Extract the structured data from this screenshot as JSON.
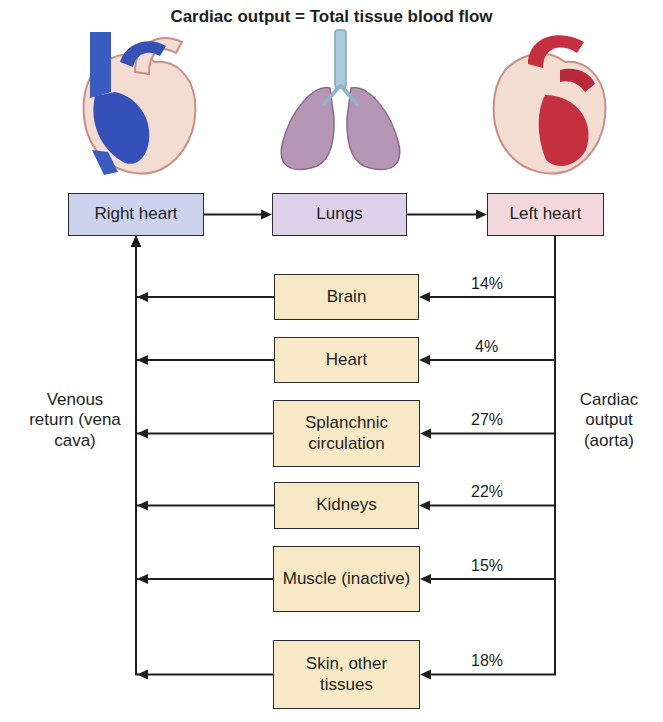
{
  "diagram": {
    "title": "Cardiac output = Total tissue blood flow",
    "nodes": [
      {
        "text": [
          "Right heart"
        ]
      },
      {
        "text": [
          "Lungs"
        ]
      },
      {
        "text": [
          "Left heart"
        ]
      },
      {
        "text": [
          "Brain"
        ]
      },
      {
        "text": [
          "Heart"
        ]
      },
      {
        "text": [
          "Splanchnic circulation"
        ]
      },
      {
        "text": [
          "Kidneys"
        ]
      },
      {
        "text": [
          "Muscle (inactive)"
        ]
      },
      {
        "text": [
          "Skin, other tissues"
        ]
      }
    ],
    "edges": [
      {
        "from": 0,
        "to": 1,
        "arrow": "to"
      },
      {
        "from": 1,
        "to": 2,
        "arrow": "to"
      },
      {
        "from": 2,
        "to": 3,
        "label": "14%",
        "arrow": "to"
      },
      {
        "from": 2,
        "to": 4,
        "label": "4%",
        "arrow": "to"
      },
      {
        "from": 2,
        "to": 5,
        "label": "27%",
        "arrow": "to"
      },
      {
        "from": 2,
        "to": 6,
        "label": "22%",
        "arrow": "to"
      },
      {
        "from": 2,
        "to": 7,
        "label": "15%",
        "arrow": "to"
      },
      {
        "from": 2,
        "to": 8,
        "label": "18%",
        "arrow": "to"
      },
      {
        "from": 3,
        "to": 0,
        "arrow": "to"
      },
      {
        "from": 4,
        "to": 0,
        "arrow": "to"
      },
      {
        "from": 5,
        "to": 0,
        "arrow": "to"
      },
      {
        "from": 6,
        "to": 0,
        "arrow": "to"
      },
      {
        "from": 7,
        "to": 0,
        "arrow": "to"
      },
      {
        "from": 8,
        "to": 0,
        "arrow": "to"
      }
    ],
    "labels": [
      "Venous return (vena cava)",
      "Cardiac output (aorta)"
    ]
  }
}
